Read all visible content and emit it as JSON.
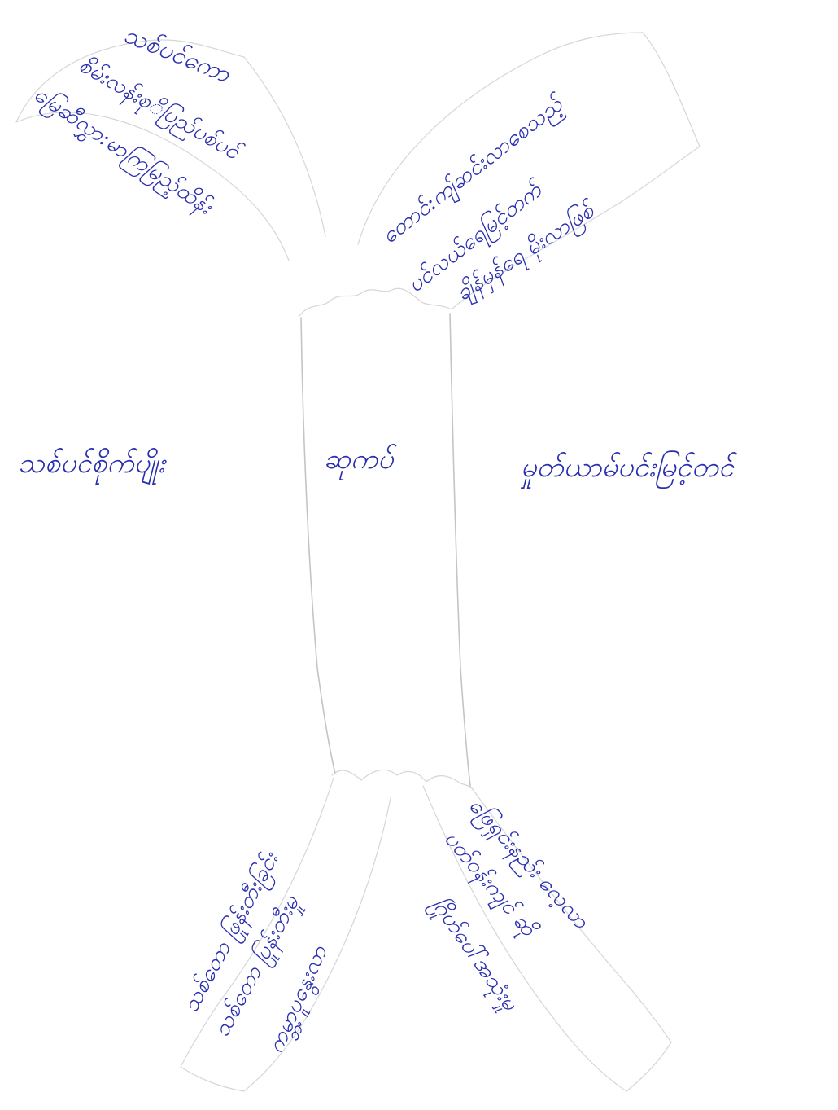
{
  "diagram": {
    "type": "fishbone-sketch",
    "ink_color": "#2a2fae",
    "line_color": "#c4c4c4",
    "center_label": "ဆုကပ်",
    "left_label": "သစ်ပင်စိုက်ပျိုး",
    "right_label": "မှုတ်ယာမ်ပင်းမြင့်တင်",
    "top_left_lines": [
      "သစ်ပင်ကော",
      "စိမ်းလန်းစုိပြည်ပစ်ပင်",
      "မြေဆီလွှာ:မာကြမြည့်ထိန်း"
    ],
    "top_right_lines": [
      "တောင်:ကျ်ဆင်းလာစေသည့်",
      "ပင်လယ်ရေမြင့်တက်",
      "ချိန်မှန်ရေ မိုးလာဖြစ်"
    ],
    "bottom_left_lines": [
      "သစ်တော ဖြုန်းတီးခြင်း",
      "သစ်တော ပြုန်းတီးမှု",
      "ကမ္ဘာ့ပူနွေးလာ"
    ],
    "bottom_right_lines": [
      "ဖြေရှင်းနည်း လေ့လာ",
      "ပတ်ဝန်းကျင် ဆို",
      "ဂြိုဟ်ပေါ်အသုံးမှု"
    ]
  }
}
